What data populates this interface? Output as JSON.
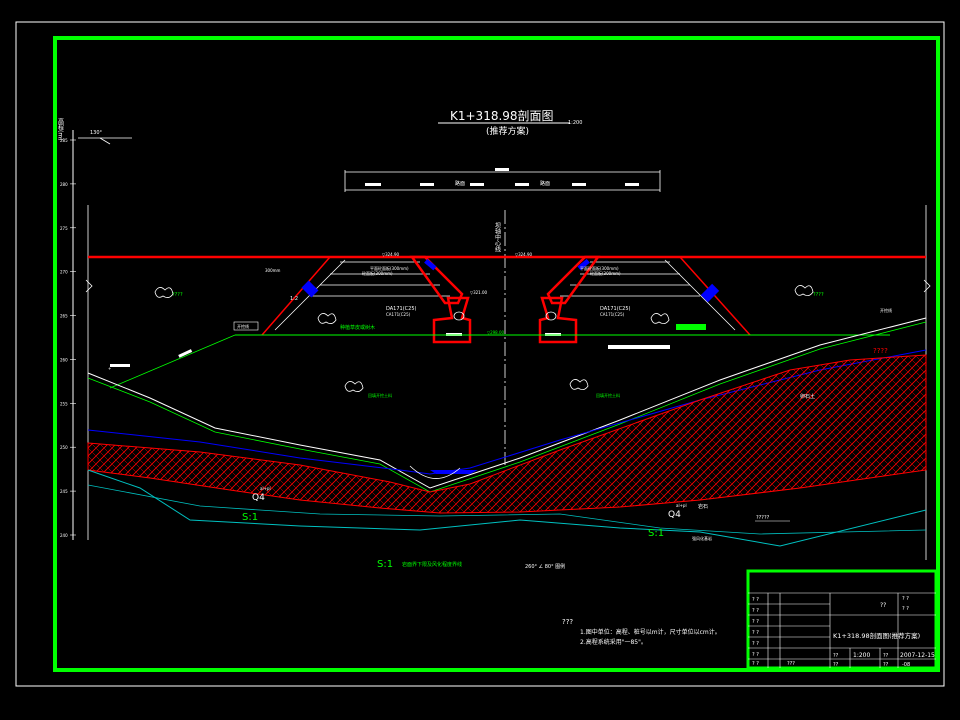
{
  "drawing": {
    "title": "K1+318.98剖面图",
    "subtitle": "(推荐方案)",
    "scale_note": "1:200",
    "elev_axis_label": "高程(m)",
    "left_top_label": "130°",
    "centerline_label": "坝轴中心线",
    "crest_dim_left": "路面",
    "crest_dim_right": "路面",
    "elev_ticks": [
      "285",
      "280",
      "275",
      "270",
      "265",
      "260",
      "255",
      "250",
      "245",
      "240"
    ],
    "label_top_elev": "▽324.90",
    "layer_labels": [
      "平面砼面板(300mm)",
      "砼面板(300mm)",
      "300mm",
      "▽321.00",
      "DA171(C25)",
      "CA171(C25)"
    ],
    "layer_labels_r": [
      "平面砼面板(300mm)",
      "砼面板(300mm)",
      "DA171(C25)",
      "CA171(C25)"
    ],
    "left_region": "????",
    "right_region": "????",
    "mid_left_region": "种植草皮或树木",
    "bottom_left_region": "回填开挖土料",
    "bottom_right_region": "回填开挖土料",
    "right_top_tag": "开挖线",
    "left_top_tag": "开挖线",
    "slope_tag": "1:2",
    "mid_elev": "▽298.00",
    "red_label": "????",
    "gravel_label": "卵石土",
    "q4_left": "Q4",
    "q4_right": "Q4",
    "q4_sup": "al+pl",
    "sl_left": "S:1",
    "sl_right": "S:1",
    "rock_label": "岩石",
    "rock_tag": "?????",
    "bedrock_label": "强风化基岩",
    "legend_sl": "S:1",
    "legend_text": "岩面界下限及风化程度界线",
    "legend_note": "260° ∠ 80° 图例",
    "notes_title": "???",
    "notes": [
      "1.图中单位：高程、桩号以m计，尺寸单位以cm计。",
      "2.高程系统采用\"一85\"。"
    ]
  },
  "title_block": {
    "rows_left": [
      "? ?",
      "? ?",
      "? ?",
      "? ?",
      "? ?",
      "? ?",
      "? ?",
      "? ?",
      "??"
    ],
    "company": "??",
    "header_right": [
      "? ?",
      "? ?",
      "? ?"
    ],
    "header_right2": [
      "? ?",
      "? ?",
      "??"
    ],
    "drawing_name": "K1+318.98剖面图(推荐方案)",
    "scale_label": "??",
    "scale_value": "1:200",
    "date_label": "??",
    "date_value": "2007-12-15",
    "bottom_cells": [
      "??",
      "??",
      "??",
      "??",
      "-08"
    ],
    "bottom_left": "???"
  },
  "colors": {
    "frame": "#00ff00",
    "red": "#ff0000",
    "green": "#00ff00",
    "white": "#ffffff",
    "blue": "#0000ff",
    "cyan": "#00c0c0",
    "background": "#000000"
  }
}
